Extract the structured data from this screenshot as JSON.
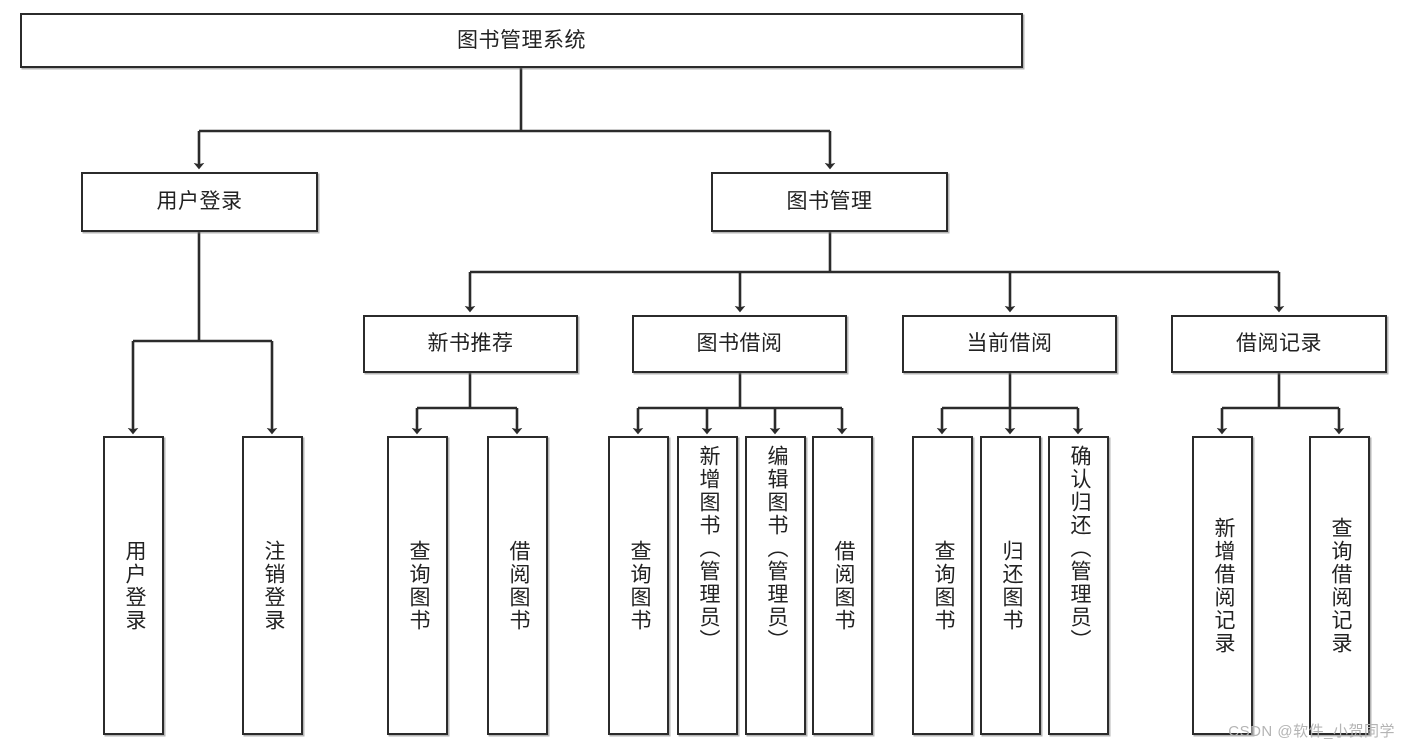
{
  "diagram": {
    "type": "tree-hierarchy-flowchart",
    "title": "图书管理系统",
    "line_color": "#2b2b2b",
    "box_fill": "#ffffff",
    "text_color": "#222222",
    "watermark_color": "#b4b4b4",
    "root": {
      "label": "图书管理系统",
      "children": [
        {
          "label": "用户登录",
          "children": [
            {
              "label": "用户登录"
            },
            {
              "label": "注销登录"
            }
          ]
        },
        {
          "label": "图书管理",
          "children": [
            {
              "label": "新书推荐",
              "children": [
                {
                  "label": "查询图书"
                },
                {
                  "label": "借阅图书"
                }
              ]
            },
            {
              "label": "图书借阅",
              "children": [
                {
                  "label": "查询图书"
                },
                {
                  "label": "新增图书（管理员）"
                },
                {
                  "label": "编辑图书（管理员）"
                },
                {
                  "label": "借阅图书"
                }
              ]
            },
            {
              "label": "当前借阅",
              "children": [
                {
                  "label": "查询图书"
                },
                {
                  "label": "归还图书"
                },
                {
                  "label": "确认归还（管理员）"
                }
              ]
            },
            {
              "label": "借阅记录",
              "children": [
                {
                  "label": "新增借阅记录"
                },
                {
                  "label": "查询借阅记录"
                }
              ]
            }
          ]
        }
      ]
    }
  },
  "nodes": {
    "root": "图书管理系统",
    "l1": {
      "user_login": "用户登录",
      "book_manage": "图书管理"
    },
    "l2": {
      "new_book_recommend": "新书推荐",
      "book_borrow": "图书借阅",
      "current_borrow": "当前借阅",
      "borrow_record": "借阅记录"
    },
    "leaves": {
      "user_login_1": "用户登录",
      "user_login_2": "注销登录",
      "recommend_1": "查询图书",
      "recommend_2": "借阅图书",
      "borrow_1": "查询图书",
      "borrow_2": "新增图书（管理员）",
      "borrow_3": "编辑图书（管理员）",
      "borrow_4": "借阅图书",
      "current_1": "查询图书",
      "current_2": "归还图书",
      "current_3": "确认归还（管理员）",
      "record_1": "新增借阅记录",
      "record_2": "查询借阅记录"
    }
  },
  "watermark": {
    "text": "CSDN @软件_小贺同学"
  }
}
